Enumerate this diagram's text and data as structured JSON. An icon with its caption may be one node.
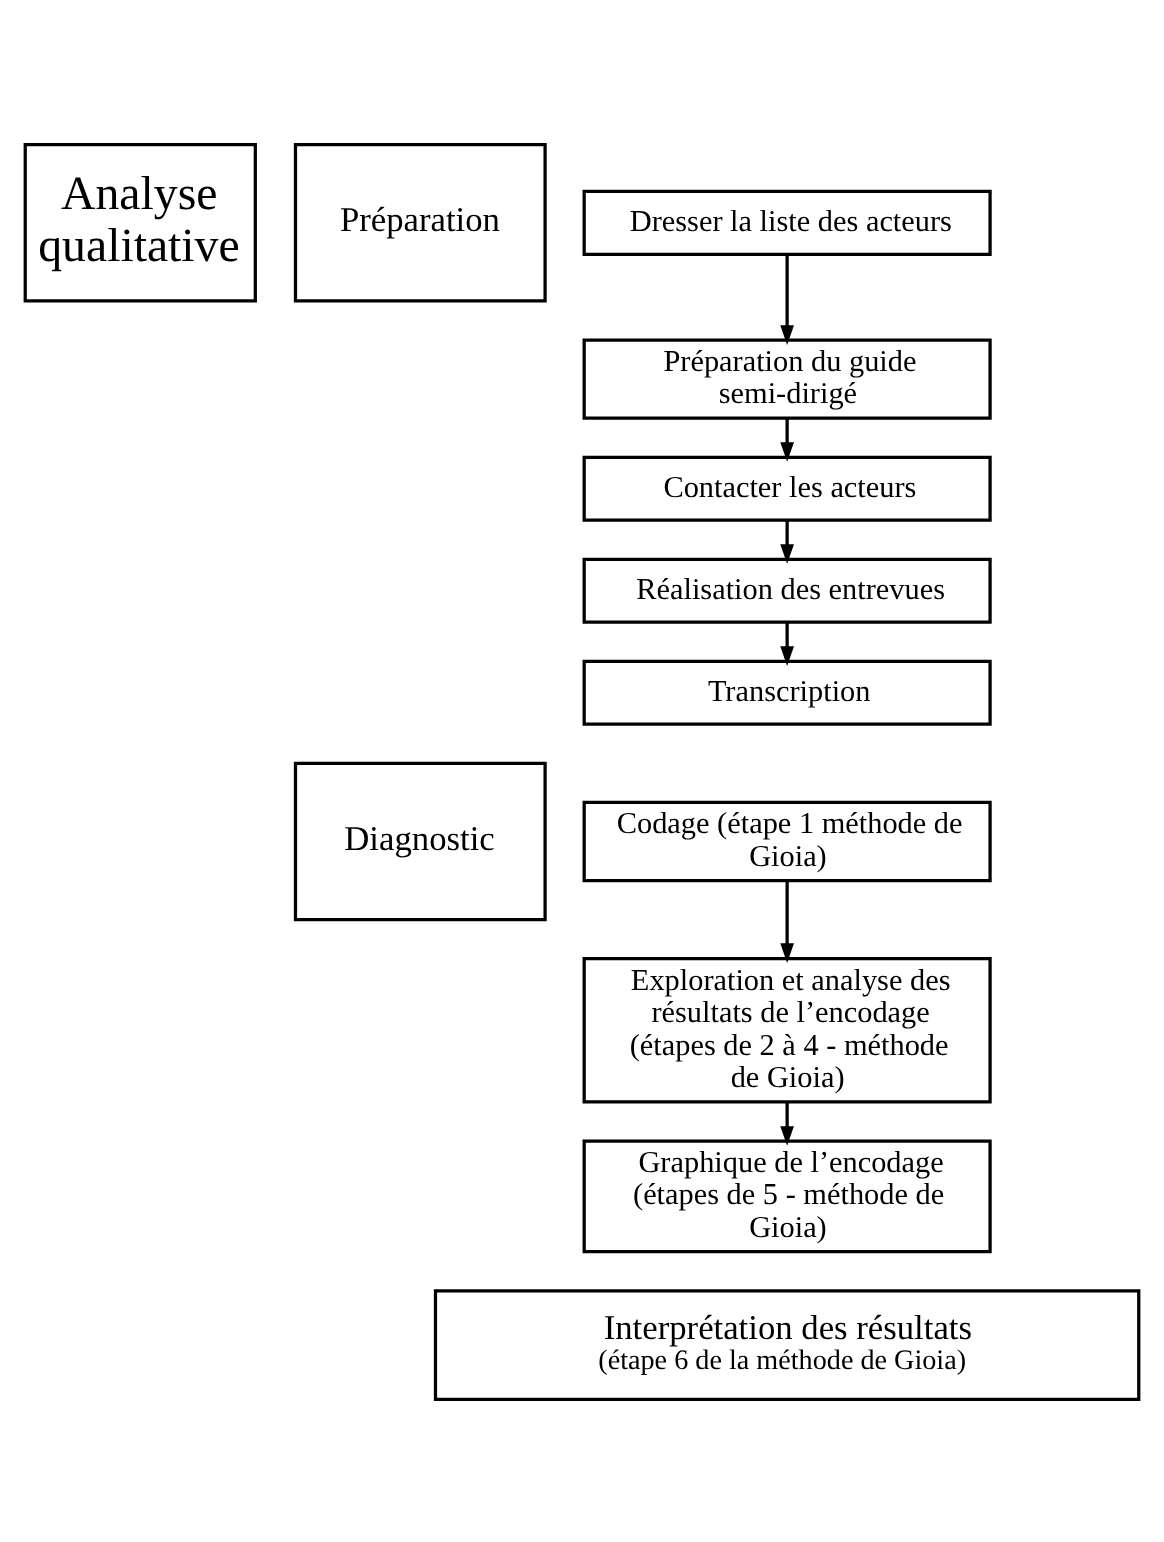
{
  "diagram": {
    "nodes": [
      {
        "text": [
          "Analyse qualitative"
        ]
      },
      {
        "text": [
          "Préparation"
        ]
      },
      {
        "text": [
          "Dresser la liste des acteurs"
        ]
      },
      {
        "text": [
          "Préparation du guide semi-dirigé"
        ]
      },
      {
        "text": [
          "Contacter les acteurs"
        ]
      },
      {
        "text": [
          "Réalisation des entrevues"
        ]
      },
      {
        "text": [
          "Transcription"
        ]
      },
      {
        "text": [
          "Diagnostic"
        ]
      },
      {
        "text": [
          "Codage (étape 1 méthode de Gioia)"
        ]
      },
      {
        "text": [
          "Exploration et analyse des résultats de l’encodage (étapes de 2 à 4 - méthode de Gioia)"
        ]
      },
      {
        "text": [
          "Graphique de l’encodage (étapes de 5 - méthode de Gioia)"
        ]
      },
      {
        "text": [
          "Interprétation des résultats",
          "(étape 6 de la méthode de Gioia)"
        ]
      }
    ],
    "edges": [
      {
        "from": 2,
        "to": 3,
        "arrow": "to"
      },
      {
        "from": 3,
        "to": 4,
        "arrow": "to"
      },
      {
        "from": 4,
        "to": 5,
        "arrow": "to"
      },
      {
        "from": 5,
        "to": 6,
        "arrow": "to"
      },
      {
        "from": 8,
        "to": 9,
        "arrow": "to"
      },
      {
        "from": 9,
        "to": 10,
        "arrow": "to"
      }
    ]
  }
}
